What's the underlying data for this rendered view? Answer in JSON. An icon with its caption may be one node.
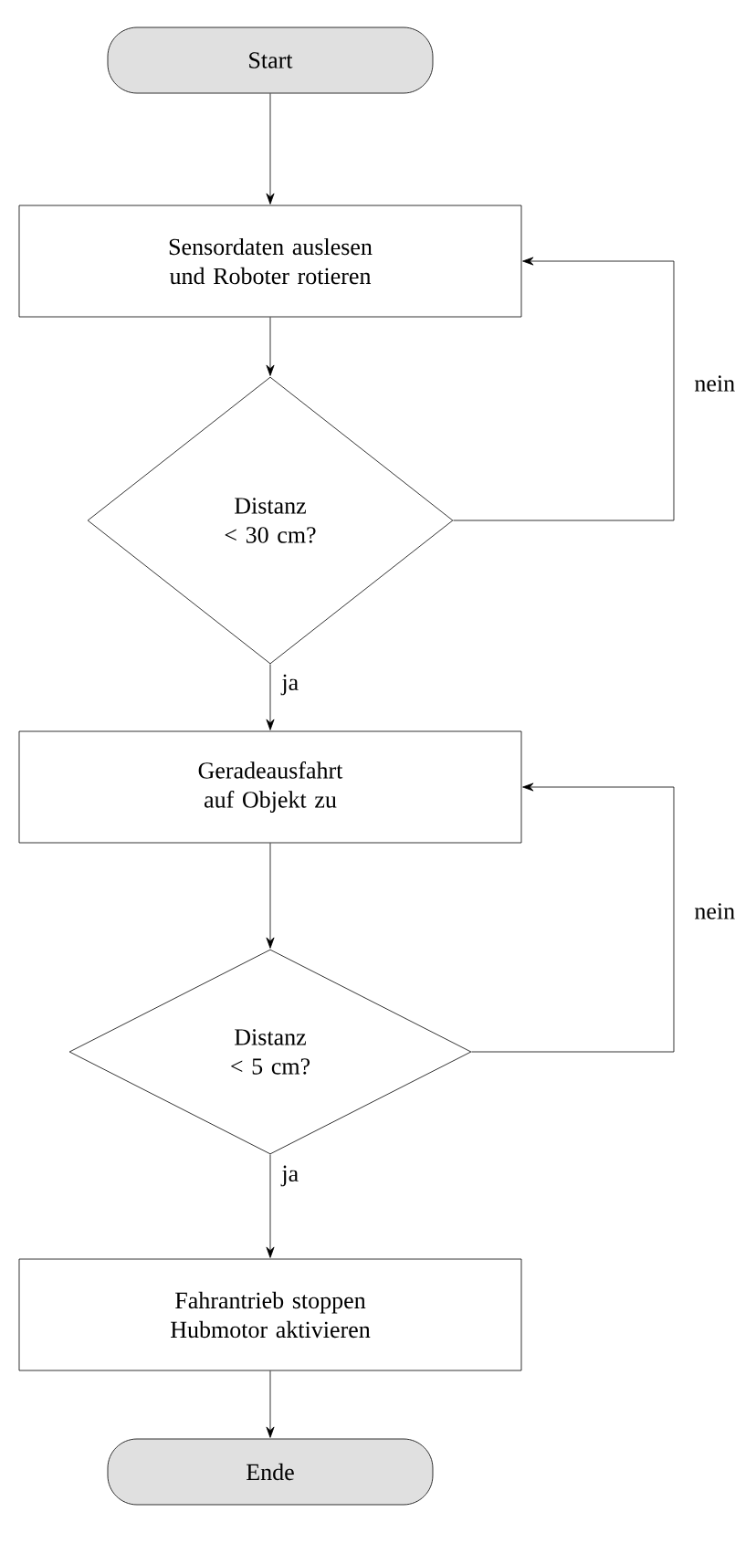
{
  "diagram": {
    "nodes": [
      {
        "text": [
          "Start"
        ]
      },
      {
        "text": [
          "Sensordaten auslesen und Roboter rotieren"
        ]
      },
      {
        "text": [
          "Distanz < 30 cm?"
        ]
      },
      {
        "text": [
          "Geradeausfahrt auf Objekt zu"
        ]
      },
      {
        "text": [
          "Distanz < 5 cm?"
        ]
      },
      {
        "text": [
          "Fahrantrieb stoppen Hubmotor aktivieren"
        ]
      },
      {
        "text": [
          "Ende"
        ]
      }
    ],
    "edges": [
      {
        "from": 0,
        "to": 1,
        "arrow": "to"
      },
      {
        "from": 1,
        "to": 2,
        "arrow": "to"
      },
      {
        "from": 2,
        "to": 3,
        "arrow": "to",
        "label": "ja"
      },
      {
        "from": 2,
        "to": 1,
        "arrow": "to",
        "label": "nein"
      },
      {
        "from": 3,
        "to": 4,
        "arrow": "to"
      },
      {
        "from": 4,
        "to": 5,
        "arrow": "to",
        "label": "ja"
      },
      {
        "from": 4,
        "to": 3,
        "arrow": "to",
        "label": "nein"
      },
      {
        "from": 5,
        "to": 6,
        "arrow": "to"
      }
    ]
  }
}
